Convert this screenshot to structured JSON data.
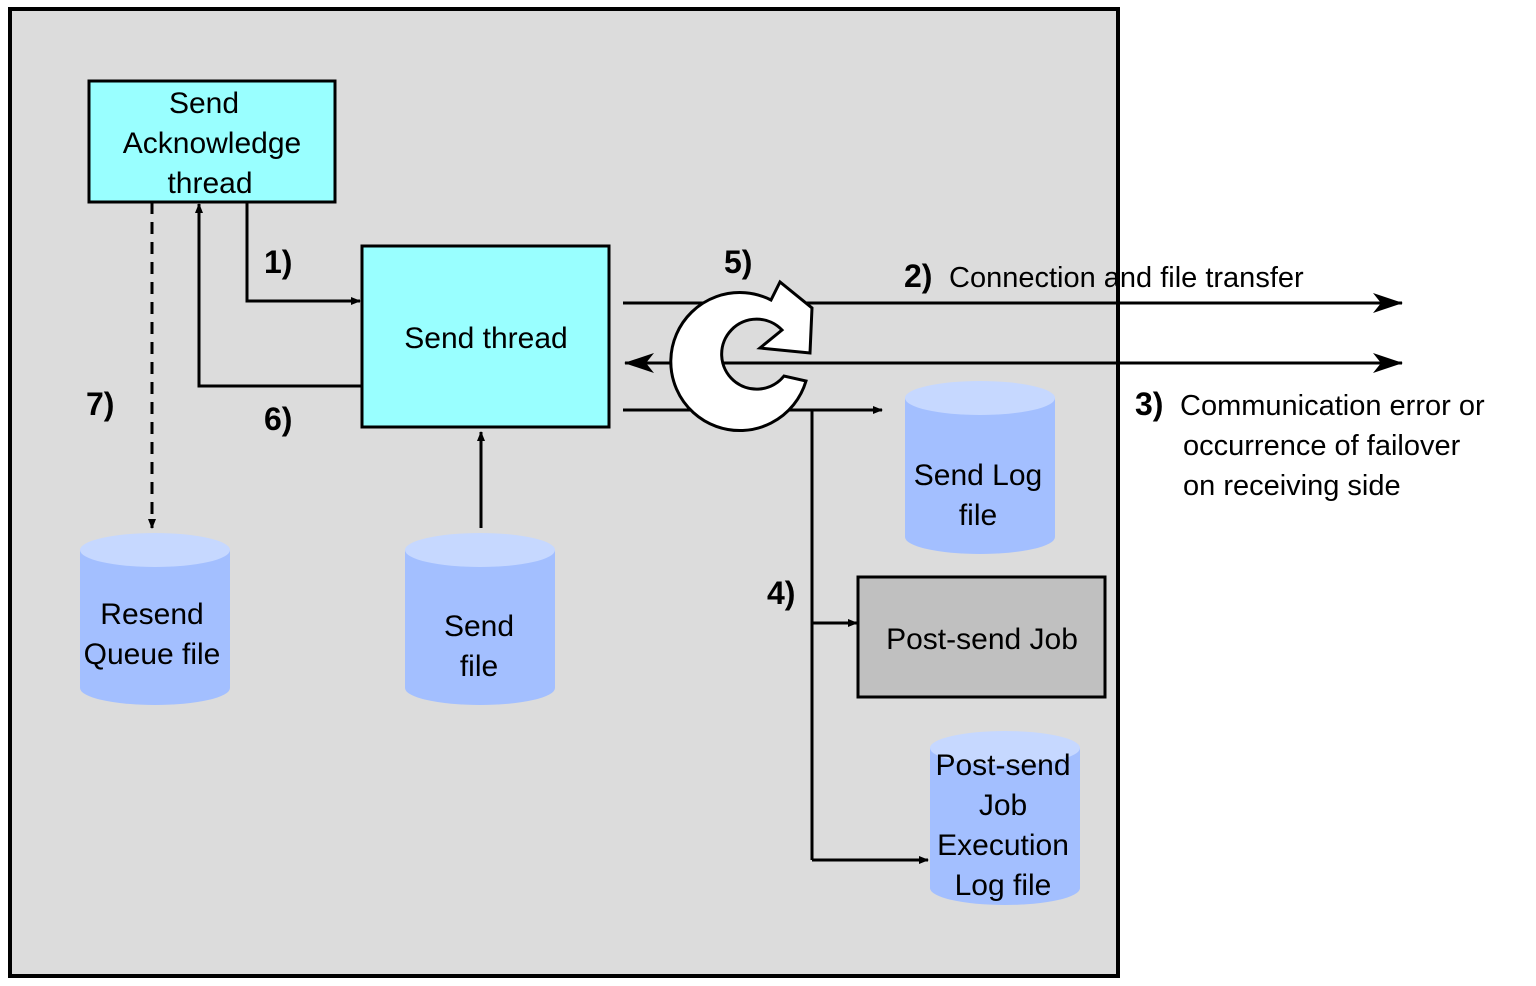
{
  "colors": {
    "panel_fill": "#dcdcdc",
    "panel_stroke": "#000000",
    "thread_fill": "#99ffff",
    "job_fill": "#c0c0c0",
    "cylinder_body": "#a3bfff",
    "cylinder_top": "#c6d8ff",
    "arrow": "#000000",
    "cycle_fill": "#ffffff"
  },
  "icons": {
    "cycle": "refresh-cycle-icon"
  },
  "nodes": {
    "send_ack_thread": {
      "lines": [
        "Send",
        "Acknowledge",
        "thread"
      ]
    },
    "send_thread": {
      "lines": [
        "Send thread"
      ]
    },
    "post_send_job": {
      "lines": [
        "Post-send Job"
      ]
    },
    "send_log_file": {
      "lines": [
        "Send Log",
        "file"
      ]
    },
    "resend_queue_file": {
      "lines": [
        "Resend",
        "Queue file"
      ]
    },
    "send_file": {
      "lines": [
        "Send",
        "file"
      ]
    },
    "post_send_job_log": {
      "lines": [
        "Post-send",
        "Job",
        "Execution",
        "Log file"
      ]
    }
  },
  "steps": {
    "s1": "1)",
    "s2": "2)",
    "s3": "3)",
    "s4": "4)",
    "s5": "5)",
    "s6": "6)",
    "s7": "7)"
  },
  "annotations": {
    "connection": "Connection and file transfer",
    "comm_error": [
      "Communication error or",
      "occurrence of failover",
      "on receiving side"
    ]
  }
}
